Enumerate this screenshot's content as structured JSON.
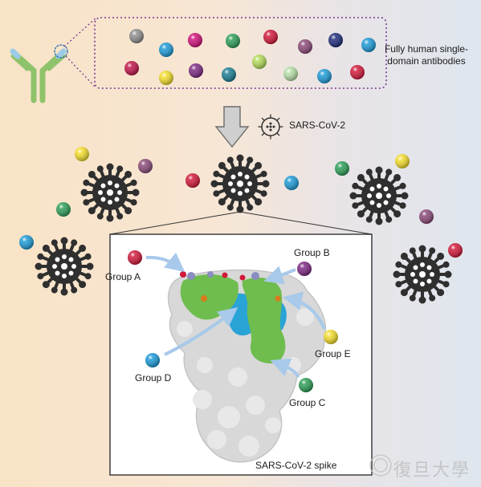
{
  "labels": {
    "fully_human": "Fully human single-domain antibodies",
    "virus": "SARS-CoV-2",
    "group_a": "Group A",
    "group_b": "Group B",
    "group_c": "Group C",
    "group_d": "Group D",
    "group_e": "Group E",
    "spike": "SARS-CoV-2 spike"
  },
  "watermark": "復旦大學",
  "colors": {
    "red": "#d2193a",
    "crimson": "#c0164a",
    "magenta": "#d0127a",
    "purple": "#7d2a82",
    "plum": "#8b4a78",
    "navy": "#1f2d7a",
    "blue": "#1e9bd7",
    "teal": "#1a7f93",
    "green": "#2e9e58",
    "lime": "#b4dc5a",
    "mint": "#b6dfa8",
    "yellow": "#f3dd2c",
    "gray": "#8f8f8f",
    "spike_surface": "#d6d6d6",
    "antibody_patch": "#6fbd4e",
    "site_blue": "#2aa3d6",
    "arrow": "#a8c9ea",
    "virus": "#2f2f2f",
    "dotted_border": "#7a3a93",
    "antibody_stroke": "#8fc36b",
    "antibody_tip": "#9ccbe8"
  },
  "icons": [
    "antibody-icon",
    "virus-icon",
    "down-arrow-icon",
    "spike-protein-icon",
    "university-seal-icon"
  ]
}
